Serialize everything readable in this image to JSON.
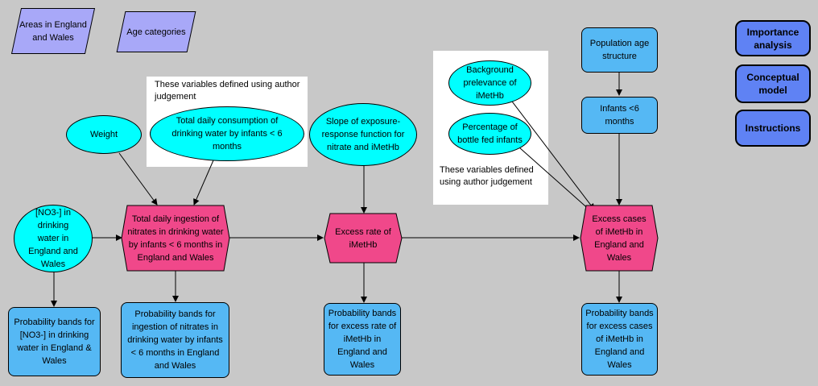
{
  "notes": {
    "author_judgement_1": "These variables defined using author judgement",
    "author_judgement_2": "These variables defined using author judgement"
  },
  "nodes": {
    "areas": "Areas in England and Wales",
    "age_categories": "Age categories",
    "weight": "Weight",
    "total_daily_consumption": "Total daily consumption of drinking water  by infants < 6 months",
    "slope": "Slope of exposure-response function for nitrate and iMetHb",
    "background_prevalence": "Background prelevance of iMetHb",
    "percentage_bottle_fed": "Percentage of bottle fed infants",
    "population_age": "Population age structure",
    "infants_6m": "Infants <6 months",
    "no3": "[NO3-] in drinking water in England and Wales",
    "total_daily_ingestion": "Total daily ingestion of nitrates in drinking water by infants < 6 months in England and Wales",
    "excess_rate": "Excess rate of iMetHb",
    "excess_cases": "Excess cases of iMetHb in England and Wales",
    "prob_no3": "Probability bands for [NO3-] in drinking water in England & Wales",
    "prob_ingestion": "Probability bands for ingestion of nitrates in drinking water by infants < 6 months in England and Wales",
    "prob_excess_rate": "Probability bands for excess rate of iMetHb in England and Wales",
    "prob_excess_cases": "Probability bands for excess cases of iMetHb in England and Wales"
  },
  "buttons": {
    "importance": "Importance analysis",
    "conceptual": "Conceptual model",
    "instructions": "Instructions"
  },
  "colors": {
    "background": "#c8c8c8",
    "ellipse": "#00ffff",
    "hexagon": "#f0488a",
    "rounded": "#55b8f4",
    "parallelogram": "#a8a8f8",
    "button": "#5f82f4"
  }
}
